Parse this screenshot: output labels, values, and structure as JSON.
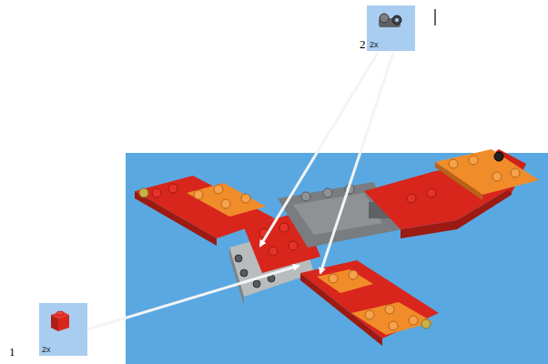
{
  "diagram": {
    "nodes": [
      {
        "text": [
          "2x"
        ]
      },
      {
        "text": [
          "2x"
        ]
      }
    ],
    "labels": [
      "2",
      "1"
    ]
  }
}
